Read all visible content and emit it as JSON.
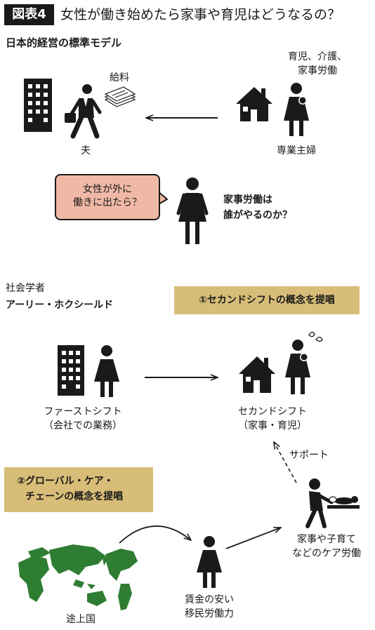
{
  "header": {
    "badge": "図表4",
    "title": "女性が働き始めたら家事や育児はどうなるの？"
  },
  "section1": {
    "heading": "日本的経営の標準モデル",
    "salary_label": "給料",
    "husband_label": "夫",
    "care_label_line1": "育児、介護、",
    "care_label_line2": "家事労働",
    "housewife_label": "専業主婦",
    "bubble_line1": "女性が外に",
    "bubble_line2": "働きに出たら？",
    "question_line1": "家事労働は",
    "question_line2": "誰がやるのか？"
  },
  "section2": {
    "role": "社会学者",
    "name": "アーリー・ホクシールド",
    "concept1": "①セカンドシフトの概念を提唱",
    "first_shift_line1": "ファーストシフト",
    "first_shift_line2": "（会社での業務）",
    "second_shift_line1": "セカンドシフト",
    "second_shift_line2": "（家事・育児）",
    "support_label": "サポート",
    "concept2_line1": "②グローバル・ケア・",
    "concept2_line2": "チェーンの概念を提唱",
    "care_work_line1": "家事や子育て",
    "care_work_line2": "などのケア労働",
    "migrant_line1": "賃金の安い",
    "migrant_line2": "移民労働力",
    "developing_label": "途上国"
  },
  "colors": {
    "ink": "#1a1a1a",
    "bubble": "#f0b9a6",
    "concept_box": "#d8bd78",
    "map_green": "#2e7d32"
  }
}
